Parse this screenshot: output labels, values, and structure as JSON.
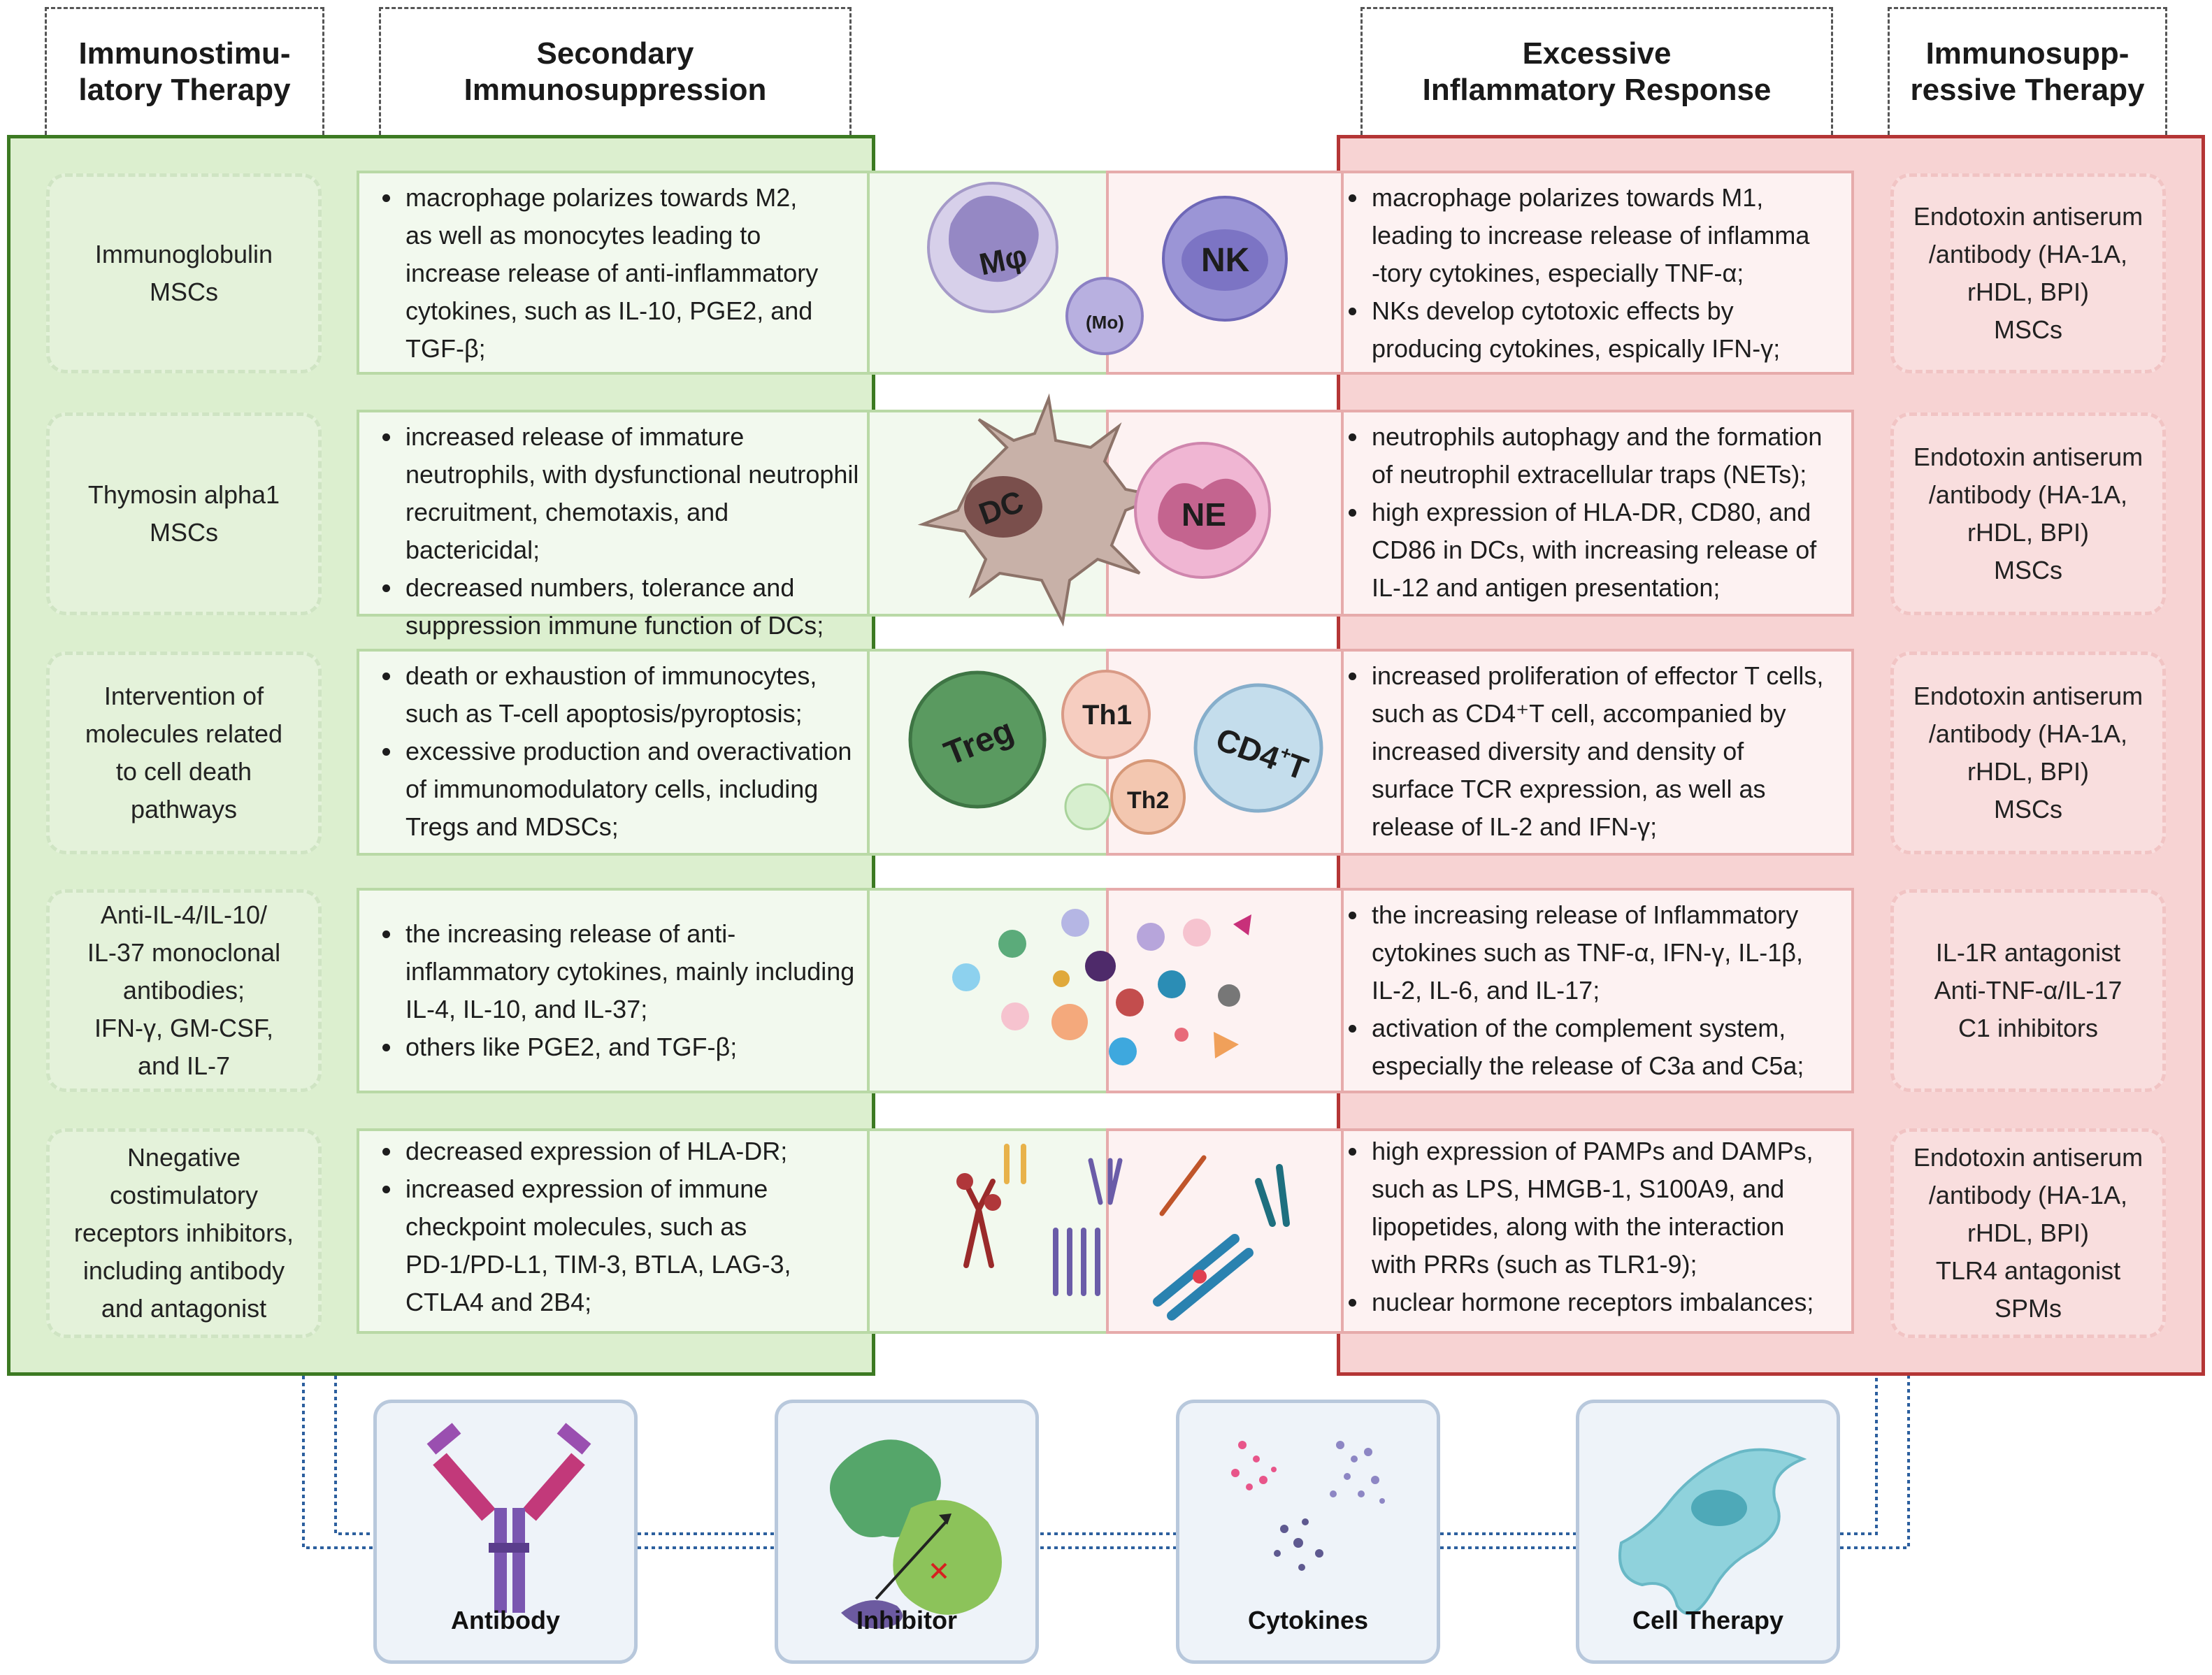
{
  "headers": {
    "immunostimulatory": "Immunostimu-\nlatory Therapy",
    "secondary": "Secondary\nImmunosuppression",
    "excessive": "Excessive\nInflammatory Response",
    "immunosuppressive": "Immunosupp-\nressive Therapy"
  },
  "left_therapies": [
    "Immunoglobulin\nMSCs",
    "Thymosin alpha1\nMSCs",
    "Intervention of\nmolecules related\nto cell death\npathways",
    "Anti-IL-4/IL-10/\nIL-37 monoclonal\nantibodies;\nIFN-γ, GM-CSF,\nand IL-7",
    "Nnegative\ncostimulatory\nreceptors inhibitors,\nincluding antibody\nand antagonist"
  ],
  "right_therapies": [
    "Endotoxin antiserum\n/antibody (HA-1A,\nrHDL, BPI)\nMSCs",
    "Endotoxin antiserum\n/antibody (HA-1A,\nrHDL, BPI)\nMSCs",
    "Endotoxin antiserum\n/antibody (HA-1A,\nrHDL, BPI)\nMSCs",
    "IL-1R antagonist\nAnti-TNF-α/IL-17\nC1 inhibitors",
    "Endotoxin antiserum\n/antibody (HA-1A,\nrHDL, BPI)\nTLR4 antagonist\nSPMs"
  ],
  "suppression_rows": [
    [
      "macrophage polarizes towards M2,\nas well as monocytes leading to\nincrease release of anti-inflammatory\ncytokines, such as IL-10, PGE2, and\nTGF-β;"
    ],
    [
      "increased release of immature\nneutrophils, with dysfunctional neutrophil\nrecruitment, chemotaxis, and bactericidal;",
      "decreased numbers, tolerance and\nsuppression immune function of DCs;"
    ],
    [
      "death or exhaustion of immunocytes,\nsuch as T-cell apoptosis/pyroptosis;",
      "excessive production and overactivation\nof immunomodulatory cells, including\nTregs and MDSCs;"
    ],
    [
      "the increasing  release of anti-\ninflammatory cytokines, mainly including\nIL-4, IL-10, and IL-37;",
      "others like PGE2, and TGF-β;"
    ],
    [
      "decreased expression of HLA-DR;",
      "increased expression of immune\ncheckpoint molecules, such as\nPD-1/PD-L1, TIM-3, BTLA, LAG-3,\nCTLA4 and 2B4;"
    ]
  ],
  "inflammation_rows": [
    [
      " macrophage polarizes towards M1,\nleading to increase release of inflamma\n-tory cytokines, especially TNF-α;",
      "NKs develop cytotoxic effects by\nproducing cytokines, espically IFN-γ;"
    ],
    [
      "neutrophils autophagy and the formation\nof neutrophil extracellular traps (NETs);",
      "high expression of HLA-DR, CD80, and\nCD86 in DCs, with  increasing release of\nIL-12 and antigen presentation;"
    ],
    [
      "increased proliferation of effector T cells,\nsuch as CD4⁺T cell, accompanied by\nincreased diversity and density of\nsurface TCR expression, as well as\nrelease of IL-2 and IFN-γ;"
    ],
    [
      "the increasing  release of Inflammatory\ncytokines such as TNF-α, IFN-γ, IL-1β,\nIL-2, IL-6, and IL-17;",
      "activation of the complement system,\nespecially the release of C3a and C5a;"
    ],
    [
      "high expression of PAMPs and DAMPs,\nsuch as LPS, HMGB-1, S100A9, and\nlipopetides, along with the interaction\nwith PRRs (such as TLR1-9);",
      "nuclear hormone receptors imbalances;"
    ]
  ],
  "cell_labels": {
    "macrophage": "Mφ",
    "monocyte": "(Mo)",
    "nk": "NK",
    "dc": "DC",
    "neutrophil": "NE",
    "treg": "Treg",
    "th1": "Th1",
    "th2": "Th2",
    "cd4_main": "CD4",
    "cd4_sup": "+",
    "cd4_end": "T"
  },
  "therapy_icons": [
    {
      "label": "Antibody",
      "icon": "antibody-icon"
    },
    {
      "label": "Inhibitor",
      "icon": "inhibitor-icon"
    },
    {
      "label": "Cytokines",
      "icon": "cytokines-icon"
    },
    {
      "label": "Cell Therapy",
      "icon": "cell-therapy-icon"
    }
  ],
  "colors": {
    "green_panel": "#dcefcf",
    "green_border": "#3c7a22",
    "red_panel": "#f7d3d3",
    "red_border": "#b43535",
    "connector": "#2c5f9e"
  }
}
